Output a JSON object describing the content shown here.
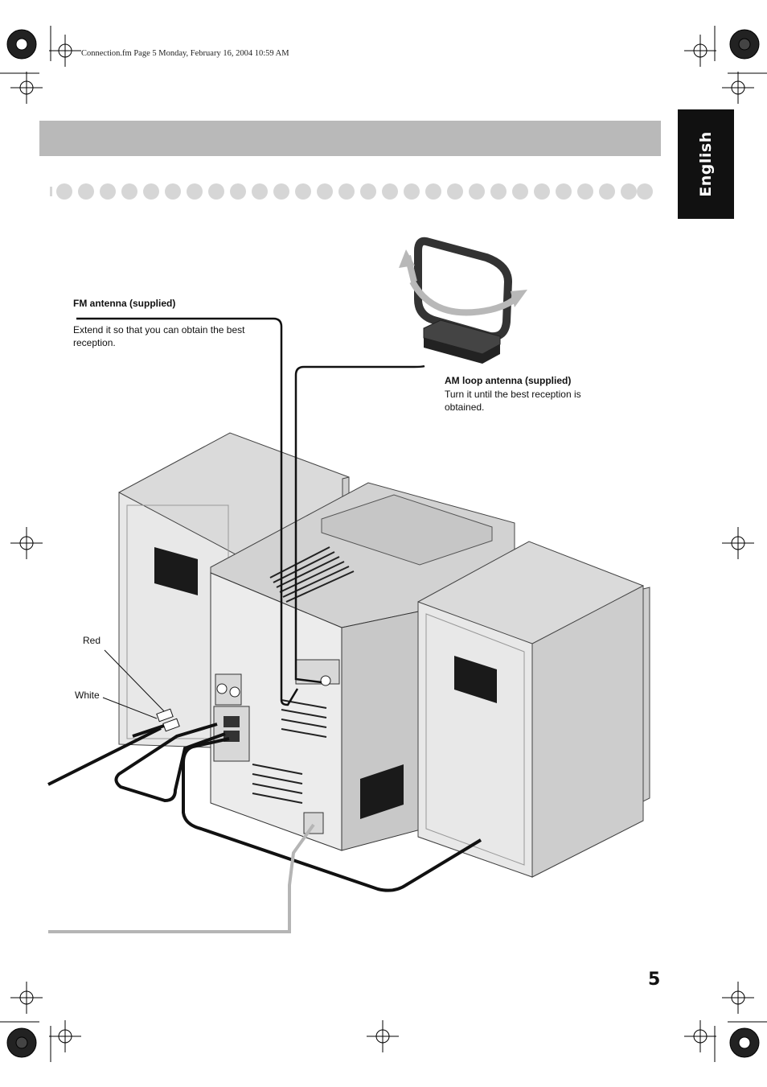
{
  "header": {
    "file_line": "Connection.fm  Page 5  Monday, February 16, 2004  10:59 AM"
  },
  "language_tab": "English",
  "fm_antenna": {
    "title": "FM antenna (supplied)",
    "description": "Extend it so that you can obtain the best reception."
  },
  "am_antenna": {
    "title": "AM loop antenna (supplied)",
    "description": "Turn it until the best reception is obtained."
  },
  "callouts": {
    "red": "Red",
    "white": "White"
  },
  "page_number": "5",
  "colors": {
    "title_bar": "#b9b9b9",
    "dots": "#d6d6d6",
    "tab": "#111111",
    "unit_body": "#e6e6e6",
    "power_cord": "#b5b5b5"
  }
}
